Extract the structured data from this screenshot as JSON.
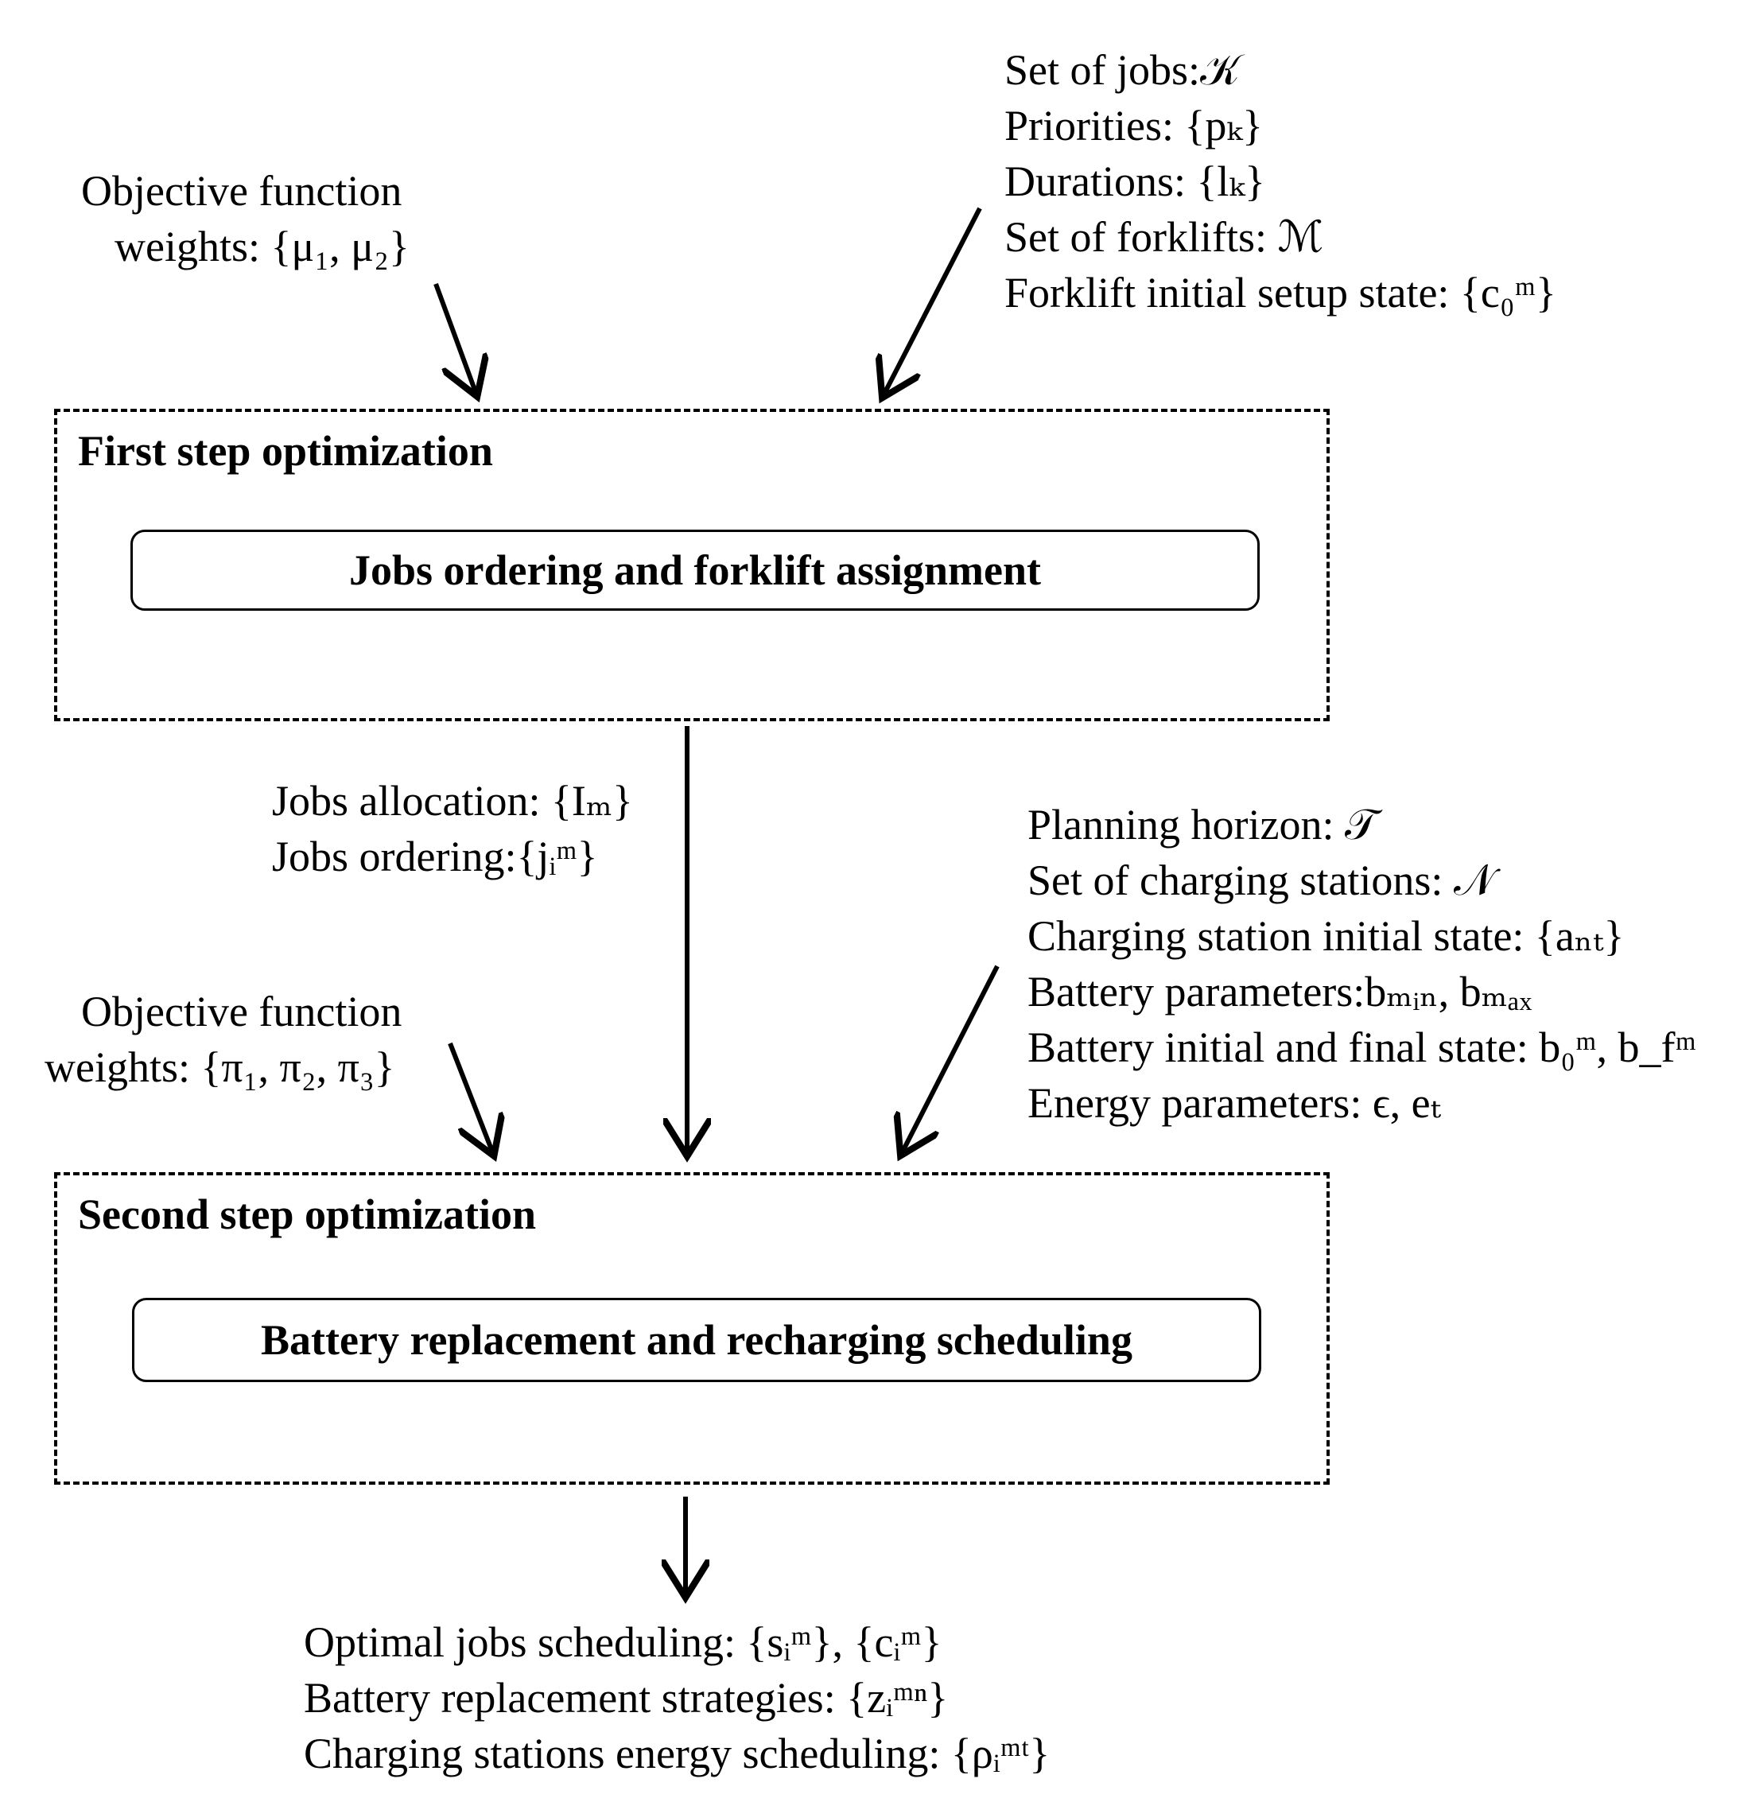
{
  "top_left_inputs": {
    "line1": "Objective function",
    "line2": "weights: {μ₁, μ₂}"
  },
  "top_right_inputs": {
    "lines": [
      "Set of jobs:𝒦",
      "Priorities: {pₖ}",
      "Durations: {lₖ}",
      "Set of forklifts: ℳ",
      "Forklift initial setup state: {c₀ᵐ}"
    ]
  },
  "first_step": {
    "title": "First step optimization",
    "process": "Jobs ordering and forklift assignment"
  },
  "intermediate_outputs": {
    "lines": [
      "Jobs allocation: {Iₘ}",
      "Jobs ordering:{jᵢᵐ}"
    ]
  },
  "mid_left_inputs": {
    "line1": "Objective function",
    "line2": "weights: {π₁, π₂, π₃}"
  },
  "mid_right_inputs": {
    "lines": [
      "Planning horizon: 𝒯",
      "Set of charging stations: 𝒩",
      "Charging station initial state: {aₙₜ}",
      "Battery parameters:bₘᵢₙ, bₘₐₓ",
      "Battery initial and final state: b₀ᵐ, b_fᵐ",
      "Energy parameters: ϵ, eₜ"
    ]
  },
  "second_step": {
    "title": "Second step optimization",
    "process": "Battery replacement and recharging scheduling"
  },
  "final_outputs": {
    "lines": [
      "Optimal jobs scheduling: {sᵢᵐ}, {cᵢᵐ}",
      "Battery replacement strategies: {zᵢᵐⁿ}",
      "Charging stations energy scheduling: {ρᵢᵐᵗ}"
    ]
  }
}
